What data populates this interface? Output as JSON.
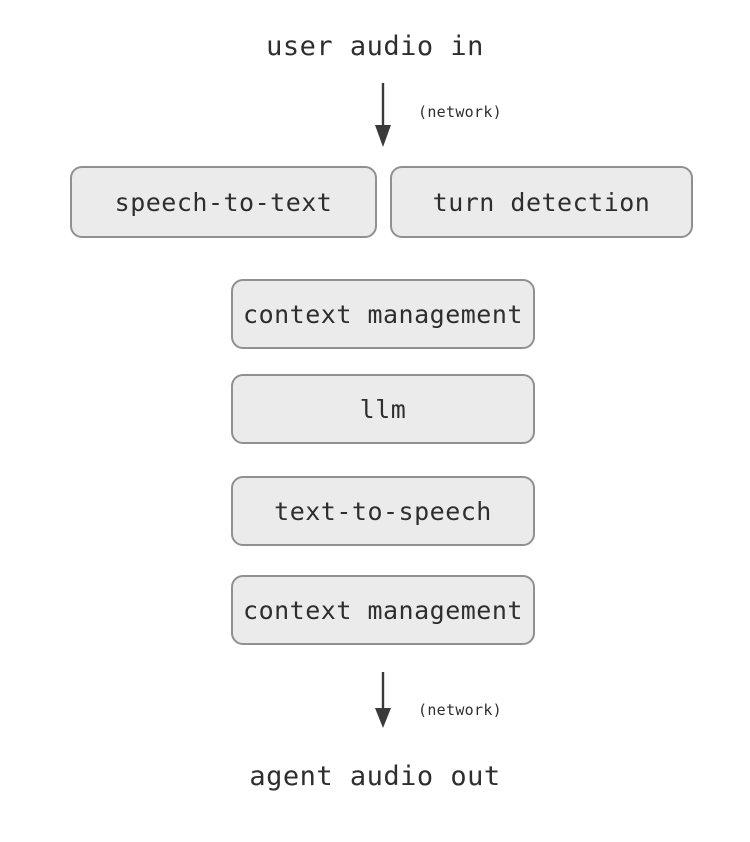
{
  "labels": {
    "input": "user audio in",
    "output": "agent audio out",
    "network_top": "(network)",
    "network_bottom": "(network)"
  },
  "nodes": {
    "row": [
      {
        "label": "speech-to-text"
      },
      {
        "label": "turn detection"
      }
    ],
    "stack": [
      {
        "label": "context management"
      },
      {
        "label": "llm"
      },
      {
        "label": "text-to-speech"
      },
      {
        "label": "context management"
      }
    ]
  },
  "icons": {
    "flow_arrow": "arrow-down-icon"
  },
  "colors": {
    "background": "#ffffff",
    "node_fill": "#ebebeb",
    "node_border": "#909090",
    "text": "#2e2e2e",
    "arrow": "#3a3a3a"
  }
}
